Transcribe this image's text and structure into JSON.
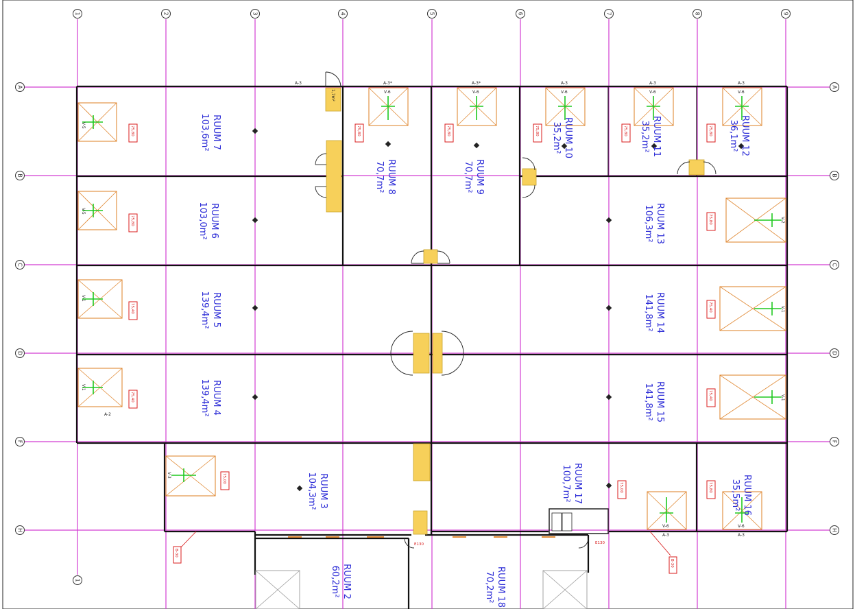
{
  "grid": {
    "columns": [
      "1",
      "2",
      "3",
      "4",
      "5",
      "6",
      "7",
      "8",
      "9"
    ],
    "rows": [
      "A",
      "B",
      "C",
      "D",
      "F",
      "H"
    ]
  },
  "rooms": [
    {
      "id": "r7",
      "name": "RUUM  7",
      "area": "103,6m²"
    },
    {
      "id": "r6",
      "name": "RUUM  6",
      "area": "103,0m²"
    },
    {
      "id": "r5",
      "name": "RUUM  5",
      "area": "139,4m²"
    },
    {
      "id": "r4",
      "name": "RUUM  4",
      "area": "139,4m²"
    },
    {
      "id": "r3",
      "name": "RUUM  3",
      "area": "104,3m²"
    },
    {
      "id": "r2",
      "name": "RUUM  2",
      "area": "60,2m²"
    },
    {
      "id": "r8",
      "name": "RUUM  8",
      "area": "70,7m²"
    },
    {
      "id": "r9",
      "name": "RUUM  9",
      "area": "70,7m²"
    },
    {
      "id": "r10",
      "name": "RUUM  10",
      "area": "35,2m²"
    },
    {
      "id": "r11",
      "name": "RUUM  11",
      "area": "35,2m²"
    },
    {
      "id": "r12",
      "name": "RUUM  12",
      "area": "36,1m²"
    },
    {
      "id": "r13",
      "name": "RUUM  13",
      "area": "106,3m²"
    },
    {
      "id": "r14",
      "name": "RUUM  14",
      "area": "141,8m²"
    },
    {
      "id": "r15",
      "name": "RUUM  15",
      "area": "141,8m²"
    },
    {
      "id": "r16",
      "name": "RUUM  16",
      "area": "35,5m²"
    },
    {
      "id": "r17",
      "name": "RUUM  17",
      "area": "100,7m²"
    },
    {
      "id": "r18",
      "name": "RUUM  18",
      "area": "70,2m²"
    }
  ],
  "level_tags": [
    "75,80",
    "75,40",
    "75,00"
  ],
  "unit_labels": [
    "V-6",
    "V-5",
    "V-1",
    "V-2",
    "V-3"
  ],
  "door_labels": [
    "A-3",
    "A-3*",
    "A-2",
    "B-30",
    "E130",
    "1,7m²"
  ]
}
